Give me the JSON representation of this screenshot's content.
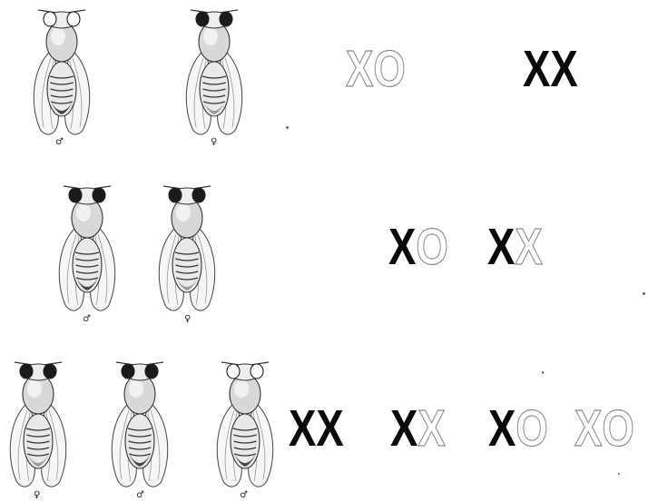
{
  "rows": [
    {
      "flies": [
        {
          "eyes": "light",
          "sex": "♂"
        },
        {
          "eyes": "dark",
          "sex": "♀"
        }
      ],
      "chromosomes": [
        [
          {
            "letter": "X",
            "style": "outline"
          },
          {
            "letter": "O",
            "style": "outline"
          }
        ],
        [
          {
            "letter": "X",
            "style": "solid"
          },
          {
            "letter": "X",
            "style": "solid"
          }
        ]
      ]
    },
    {
      "flies": [
        {
          "eyes": "dark",
          "sex": "♂"
        },
        {
          "eyes": "dark",
          "sex": "♀"
        }
      ],
      "chromosomes": [
        [
          {
            "letter": "X",
            "style": "solid"
          },
          {
            "letter": "O",
            "style": "outline"
          }
        ],
        [
          {
            "letter": "X",
            "style": "solid"
          },
          {
            "letter": "X",
            "style": "outline"
          }
        ]
      ]
    },
    {
      "flies": [
        {
          "eyes": "dark",
          "sex": "♀"
        },
        {
          "eyes": "dark",
          "sex": "♂"
        },
        {
          "eyes": "light",
          "sex": "♂"
        }
      ],
      "chromosomes": [
        [
          {
            "letter": "X",
            "style": "solid"
          },
          {
            "letter": "X",
            "style": "solid"
          }
        ],
        [
          {
            "letter": "X",
            "style": "solid"
          },
          {
            "letter": "X",
            "style": "outline"
          }
        ],
        [
          {
            "letter": "X",
            "style": "solid"
          },
          {
            "letter": "O",
            "style": "outline"
          }
        ],
        [
          {
            "letter": "X",
            "style": "outline"
          },
          {
            "letter": "O",
            "style": "outline"
          }
        ]
      ]
    }
  ],
  "colors": {
    "solid": "#0a0a0a",
    "outline": "#8a8a8a",
    "eye_dark": "#1a1a1a",
    "eye_light": "#ffffff"
  }
}
